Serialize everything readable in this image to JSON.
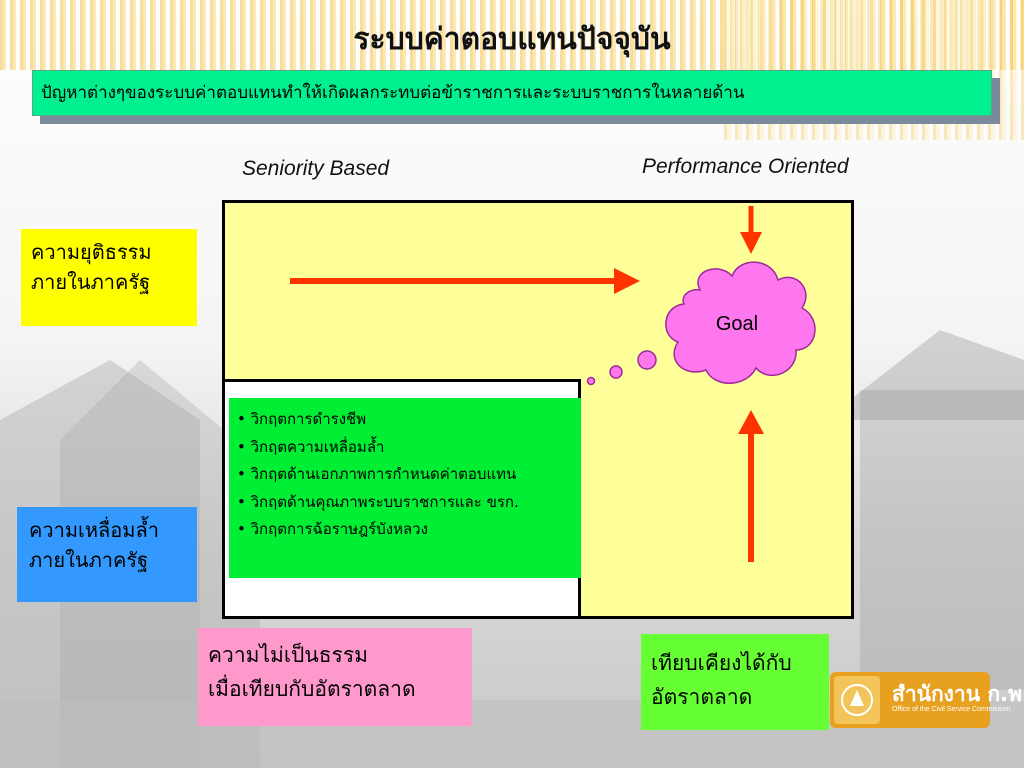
{
  "title": "ระบบค่าตอบแทนปัจจุบัน",
  "banner": "ปัญหาต่างๆของระบบค่าตอบแทนทำให้เกิดผลกระทบต่อข้าราชการและระบบราชการในหลายด้าน",
  "axis": {
    "left": "Seniority Based",
    "right": "Performance Oriented"
  },
  "goal": "Goal",
  "crises": [
    "• วิกฤตการดำรงชีพ",
    "• วิกฤตความเหลื่อมล้ำ",
    "• วิกฤตด้านเอกภาพการกำหนดค่าตอบแทน",
    "•  วิกฤตด้านคุณภาพระบบราชการและ ขรก.",
    "• วิกฤตการฉ้อราษฎร์บังหลวง"
  ],
  "boxes": {
    "fairness": [
      "ความยุติธรรม",
      "ภายในภาครัฐ"
    ],
    "inequality": [
      "ความเหลื่อมล้ำ",
      "ภายในภาครัฐ"
    ],
    "unfair_market": [
      "ความไม่เป็นธรรม",
      "เมื่อเทียบกับอัตราตลาด"
    ],
    "comparable_market": [
      "เทียบเคียงได้กับ",
      "อัตราตลาด"
    ]
  },
  "logo": {
    "main": "สำนักงาน ก.พ.",
    "sub": "Office of the Civil Service Commission"
  },
  "colors": {
    "banner": "#00f090",
    "arrow": "#ff3300",
    "goal_cloud": "#ff77ee",
    "quadrant": "#ffff99"
  }
}
